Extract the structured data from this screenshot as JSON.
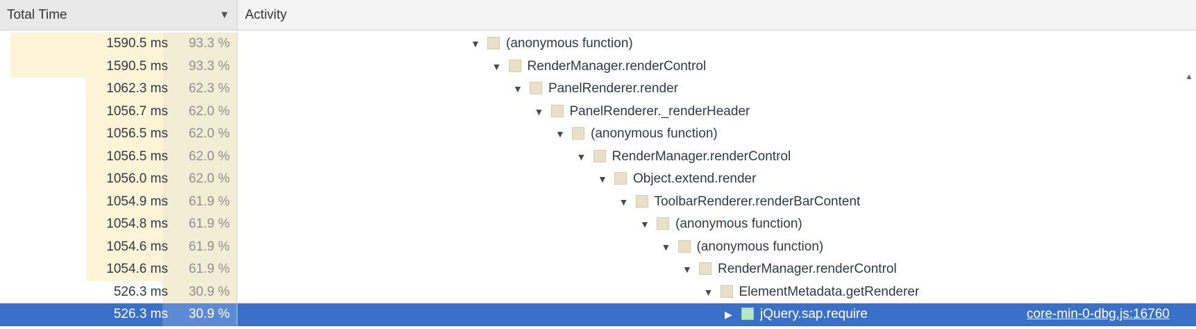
{
  "header": {
    "total_time_label": "Total Time",
    "activity_label": "Activity",
    "sort_icon": "triangle-down"
  },
  "rows": [
    {
      "ms": "1590.5 ms",
      "pct": "93.3 %",
      "fraction": 0.933,
      "name": "(anonymous function)",
      "depth": 0,
      "expanded": true
    },
    {
      "ms": "1590.5 ms",
      "pct": "93.3 %",
      "fraction": 0.933,
      "name": "RenderManager.renderControl",
      "depth": 1,
      "expanded": true
    },
    {
      "ms": "1062.3 ms",
      "pct": "62.3 %",
      "fraction": 0.623,
      "name": "PanelRenderer.render",
      "depth": 2,
      "expanded": true
    },
    {
      "ms": "1056.7 ms",
      "pct": "62.0 %",
      "fraction": 0.62,
      "name": "PanelRenderer._renderHeader",
      "depth": 3,
      "expanded": true
    },
    {
      "ms": "1056.5 ms",
      "pct": "62.0 %",
      "fraction": 0.62,
      "name": "(anonymous function)",
      "depth": 4,
      "expanded": true
    },
    {
      "ms": "1056.5 ms",
      "pct": "62.0 %",
      "fraction": 0.62,
      "name": "RenderManager.renderControl",
      "depth": 5,
      "expanded": true
    },
    {
      "ms": "1056.0 ms",
      "pct": "62.0 %",
      "fraction": 0.62,
      "name": "Object.extend.render",
      "depth": 6,
      "expanded": true
    },
    {
      "ms": "1054.9 ms",
      "pct": "61.9 %",
      "fraction": 0.619,
      "name": "ToolbarRenderer.renderBarContent",
      "depth": 7,
      "expanded": true
    },
    {
      "ms": "1054.8 ms",
      "pct": "61.9 %",
      "fraction": 0.619,
      "name": "(anonymous function)",
      "depth": 8,
      "expanded": true
    },
    {
      "ms": "1054.6 ms",
      "pct": "61.9 %",
      "fraction": 0.619,
      "name": "(anonymous function)",
      "depth": 9,
      "expanded": true
    },
    {
      "ms": "1054.6 ms",
      "pct": "61.9 %",
      "fraction": 0.619,
      "name": "RenderManager.renderControl",
      "depth": 10,
      "expanded": true
    },
    {
      "ms": "526.3 ms",
      "pct": "30.9 %",
      "fraction": 0.309,
      "name": "ElementMetadata.getRenderer",
      "depth": 11,
      "expanded": true
    },
    {
      "ms": "526.3 ms",
      "pct": "30.9 %",
      "fraction": 0.309,
      "name": "jQuery.sap.require",
      "depth": 12,
      "expanded": false,
      "selected": true,
      "url": "core-min-0-dbg.js:16760"
    }
  ]
}
